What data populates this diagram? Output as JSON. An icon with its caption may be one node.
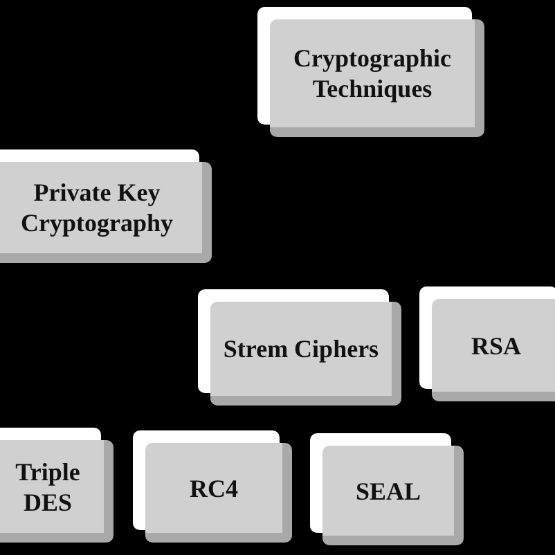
{
  "diagram": {
    "nodes": [
      {
        "text": [
          "Cryptographic Techniques"
        ]
      },
      {
        "text": [
          "Private Key Cryptography"
        ]
      },
      {
        "text": [
          "Strem Ciphers"
        ]
      },
      {
        "text": [
          "RSA"
        ]
      },
      {
        "text": [
          "Triple DES"
        ]
      },
      {
        "text": [
          "RC4"
        ]
      },
      {
        "text": [
          "SEAL"
        ]
      }
    ]
  }
}
